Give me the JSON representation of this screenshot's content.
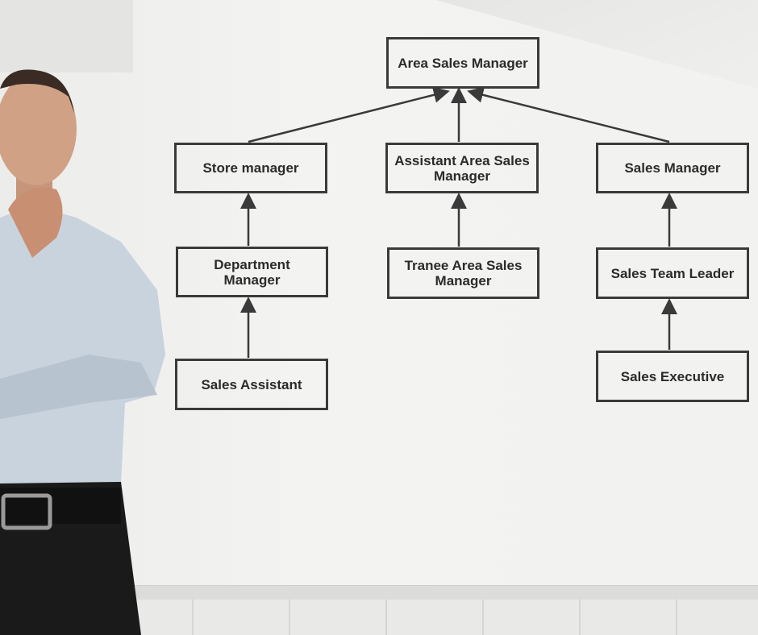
{
  "chart": {
    "top": "Area Sales Manager",
    "level2": [
      "Store manager",
      "Assistant Area Sales Manager",
      "Sales Manager"
    ],
    "level3": [
      "Department Manager",
      "Tranee Area Sales Manager",
      "Sales Team Leader"
    ],
    "level4": [
      "Sales Assistant",
      "Sales Executive"
    ]
  },
  "colors": {
    "line": "#3a3a3a",
    "wall": "#f1f1ef",
    "shirt": "#c9d3de",
    "pants": "#1a1a1a"
  }
}
